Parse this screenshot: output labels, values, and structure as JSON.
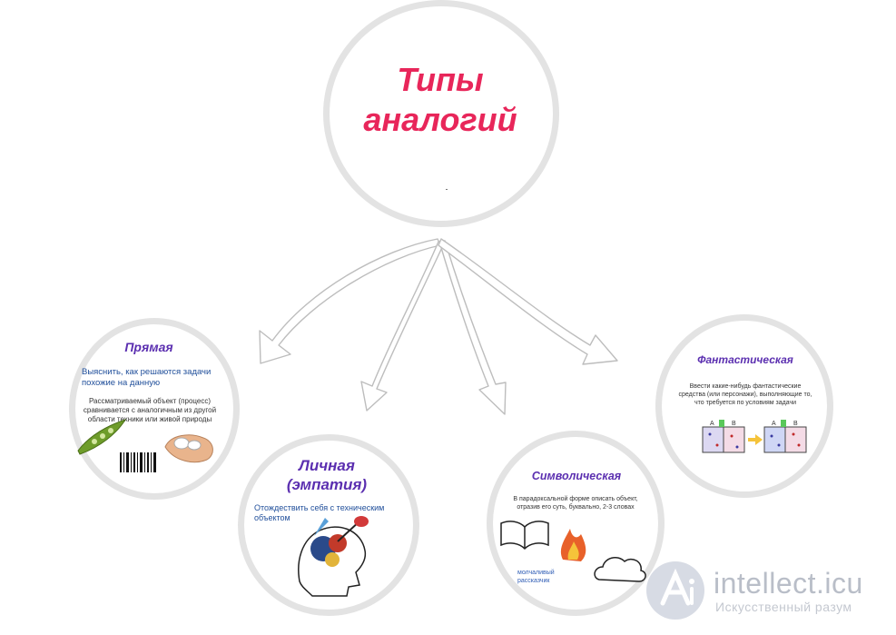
{
  "center": {
    "title_line1": "Типы",
    "title_line2": "аналогий"
  },
  "direct": {
    "title": "Прямая",
    "goal": "Выяснить, как решаются задачи похожие на данную",
    "desc": "Рассматриваемый объект (процесс) сравнивается с аналогичным из другой области техники или живой природы"
  },
  "personal": {
    "title_line1": "Личная",
    "title_line2": "(эмпатия)",
    "goal": "Отождествить себя с техническим объектом"
  },
  "symbolic": {
    "title": "Символическая",
    "goal": "В парадоксальной форме описать объект, отразив его суть, буквально, 2-3 словах",
    "example_line1": "молчаливый",
    "example_line2": "рассказчик"
  },
  "fantastic": {
    "title": "Фантастическая",
    "goal": "Ввести какие-нибудь фантастические средства (или персонажи), выполняющие то, что требуется по условиям задачи",
    "labels": [
      "A",
      "B",
      "A",
      "B"
    ]
  },
  "watermark": {
    "brand": "intellect.icu",
    "tagline": "Искусственный разум"
  },
  "colors": {
    "title": "#e8265a",
    "heading": "#5b2fb0",
    "text": "#1f4e9a",
    "ring": "#e3e3e3"
  }
}
